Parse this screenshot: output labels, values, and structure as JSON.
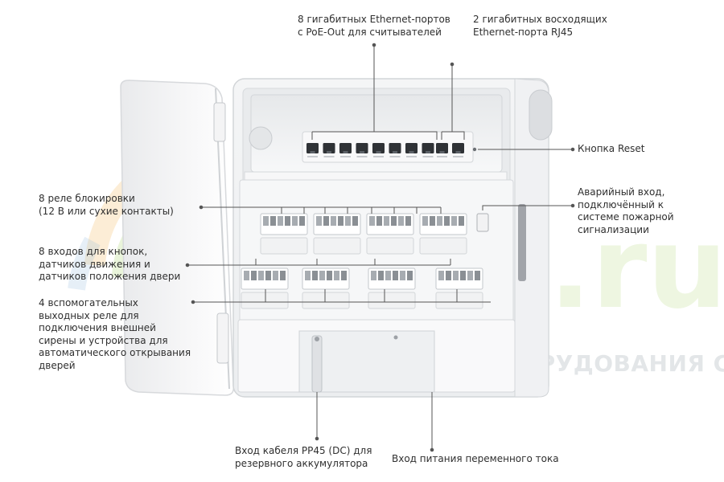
{
  "watermark": {
    "brand": "wind.ru",
    "tagline": "ДИСТРИБЬЮТОР ОБОРУДОВАНИЯ СВЯЗИ",
    "green": "#8fc83f",
    "blue": "#1e73be",
    "orange": "#f3a52d"
  },
  "colors": {
    "leader_line": "#555555",
    "housing": "#f2f3f5",
    "housing_shadow": "#d9dbde",
    "status_led": "#3aa8ff"
  },
  "callouts": {
    "poe_ports": [
      "8 гигабитных Ethernet-портов",
      "с PoE-Out для считывателей"
    ],
    "uplink_ports": [
      "2 гигабитных восходящих",
      "Ethernet-порта RJ45"
    ],
    "reset_button": [
      "Кнопка Reset"
    ],
    "emergency_input": [
      "Аварийный вход,",
      "подключённый к",
      "системе пожарной",
      "сигнализации"
    ],
    "lock_relays": [
      "8 реле блокировки",
      "(12 В или сухие контакты)"
    ],
    "inputs": [
      "8 входов для кнопок,",
      "датчиков движения и",
      "датчиков положения двери"
    ],
    "aux_relays": [
      "4 вспомогательных",
      "выходных реле для",
      "подключения внешней",
      "сирены и устройства для",
      "автоматического открывания",
      "дверей"
    ],
    "backup_battery": [
      "Вход кабеля PP45 (DC) для",
      "резервного аккумулятора"
    ],
    "ac_power": [
      "Вход питания переменного тока"
    ]
  }
}
